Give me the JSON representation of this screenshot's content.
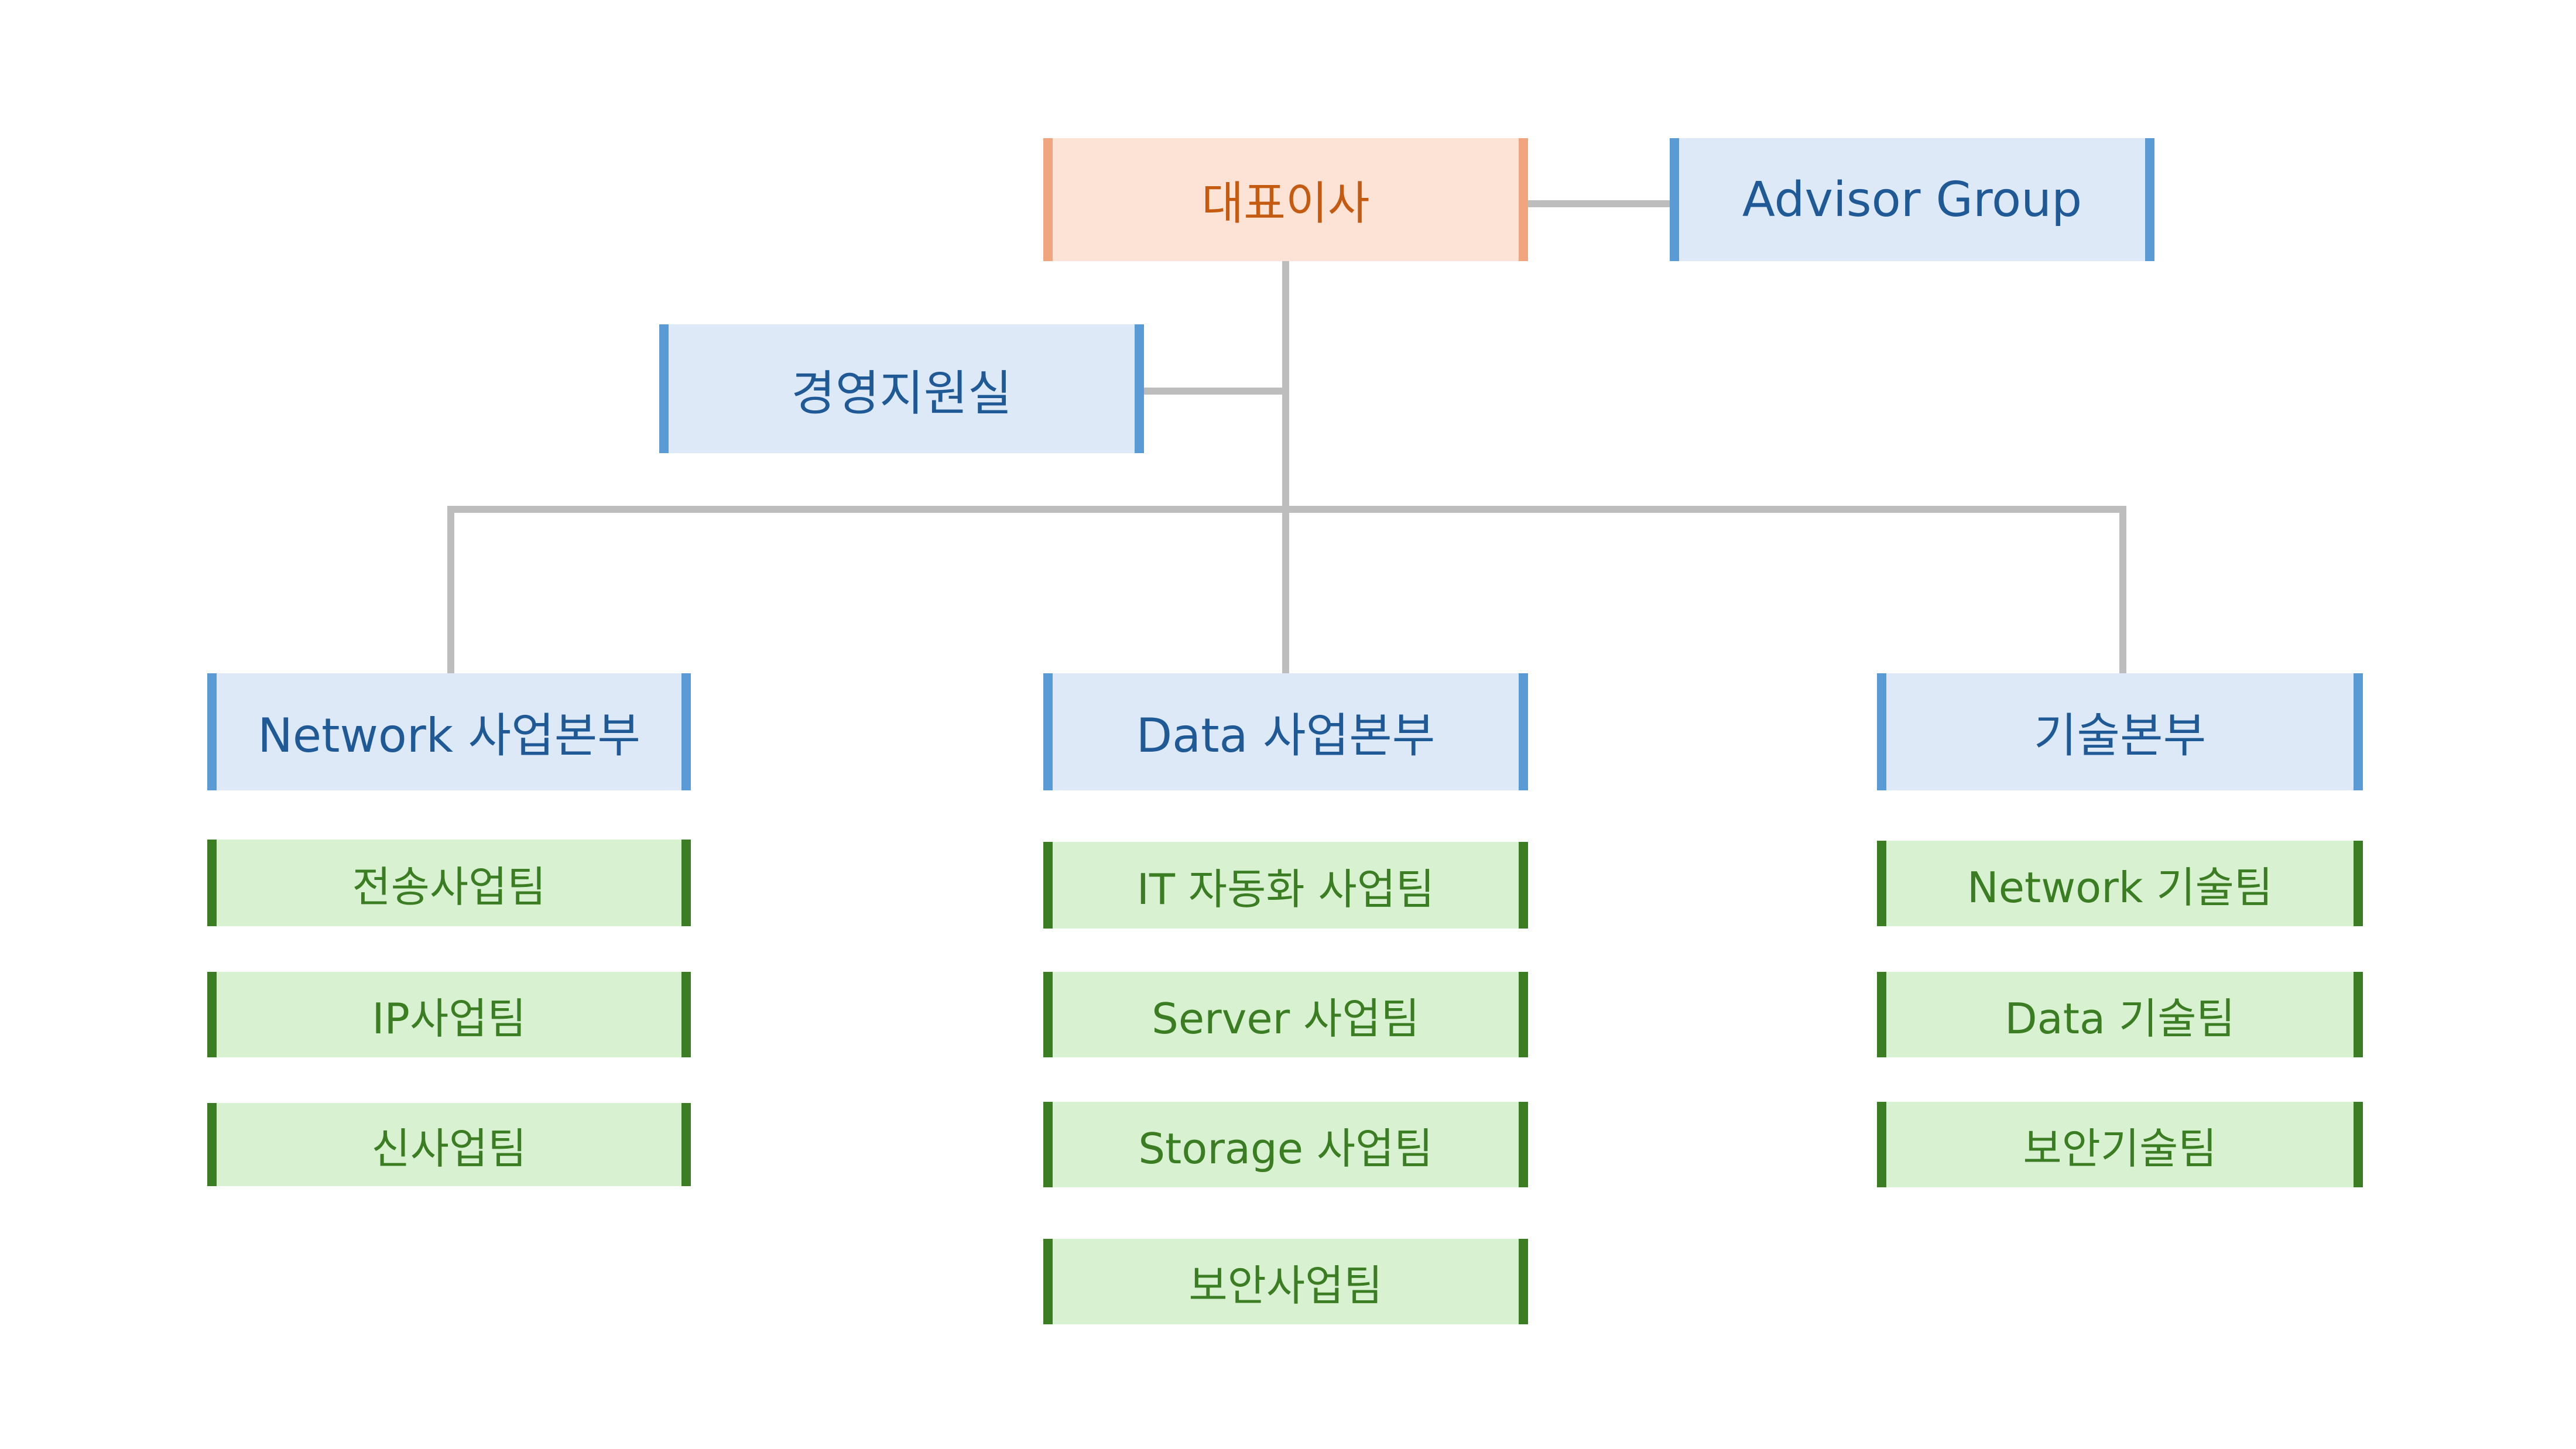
{
  "ceo": {
    "label": "대표이사"
  },
  "advisor": {
    "label": "Advisor Group"
  },
  "support": {
    "label": "경영지원실"
  },
  "divisions": [
    {
      "label": "Network 사업본부",
      "teams": [
        {
          "label": "전송사업팀"
        },
        {
          "label": "IP사업팀"
        },
        {
          "label": "신사업팀"
        }
      ]
    },
    {
      "label": "Data 사업본부",
      "teams": [
        {
          "label": "IT 자동화 사업팀"
        },
        {
          "label": "Server 사업팀"
        },
        {
          "label": "Storage 사업팀"
        },
        {
          "label": "보안사업팀"
        }
      ]
    },
    {
      "label": "기술본부",
      "teams": [
        {
          "label": "Network 기술팀"
        },
        {
          "label": "Data 기술팀"
        },
        {
          "label": "보안기술팀"
        }
      ]
    }
  ],
  "colors": {
    "ceo_fill": "#fce3d6",
    "ceo_border": "#f0a57f",
    "ceo_text": "#c55a11",
    "unit_fill": "#dde9f6",
    "unit_border": "#5b9bd5",
    "unit_text": "#1f5a96",
    "team_fill": "#d8f1d0",
    "team_border": "#3b7d22",
    "team_text": "#3b7d22",
    "connector": "#bdbdbd"
  }
}
